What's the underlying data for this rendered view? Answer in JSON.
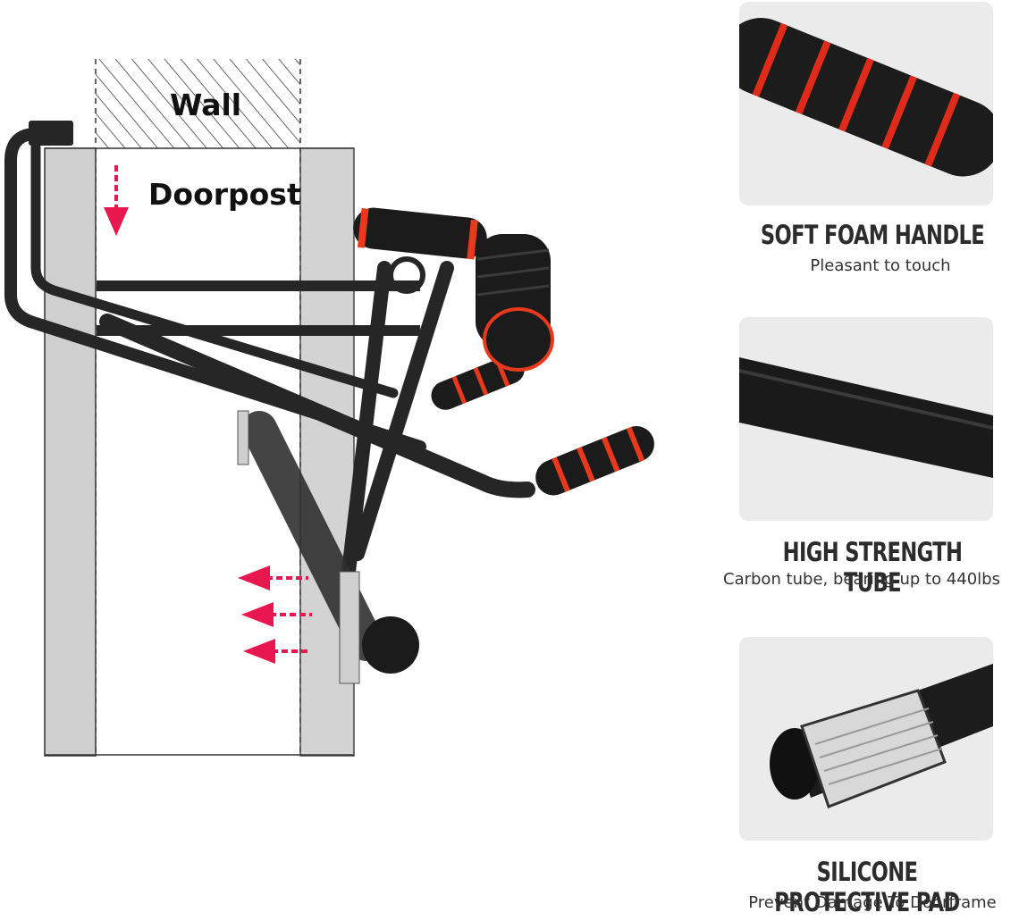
{
  "diagram": {
    "wall_label": "Wall",
    "doorpost_label": "Doorpost",
    "colors": {
      "arrow": "#e8174f",
      "foam": "#1b1b1b",
      "accent": "#e8391d",
      "frame": "#262626",
      "doorpost": "#cfcfcf"
    }
  },
  "features": [
    {
      "title": "SOFT FOAM HANDLE",
      "subtitle": "Pleasant to touch",
      "icon": "foam-handle-closeup"
    },
    {
      "title": "HIGH STRENGTH TUBE",
      "subtitle": "Carbon tube, bearing up to 440lbs",
      "icon": "steel-tube-closeup"
    },
    {
      "title": "SILICONE PROTECTIVE PAD",
      "subtitle": "Prevent Damage To Doorframe",
      "icon": "protective-pad-closeup"
    }
  ]
}
